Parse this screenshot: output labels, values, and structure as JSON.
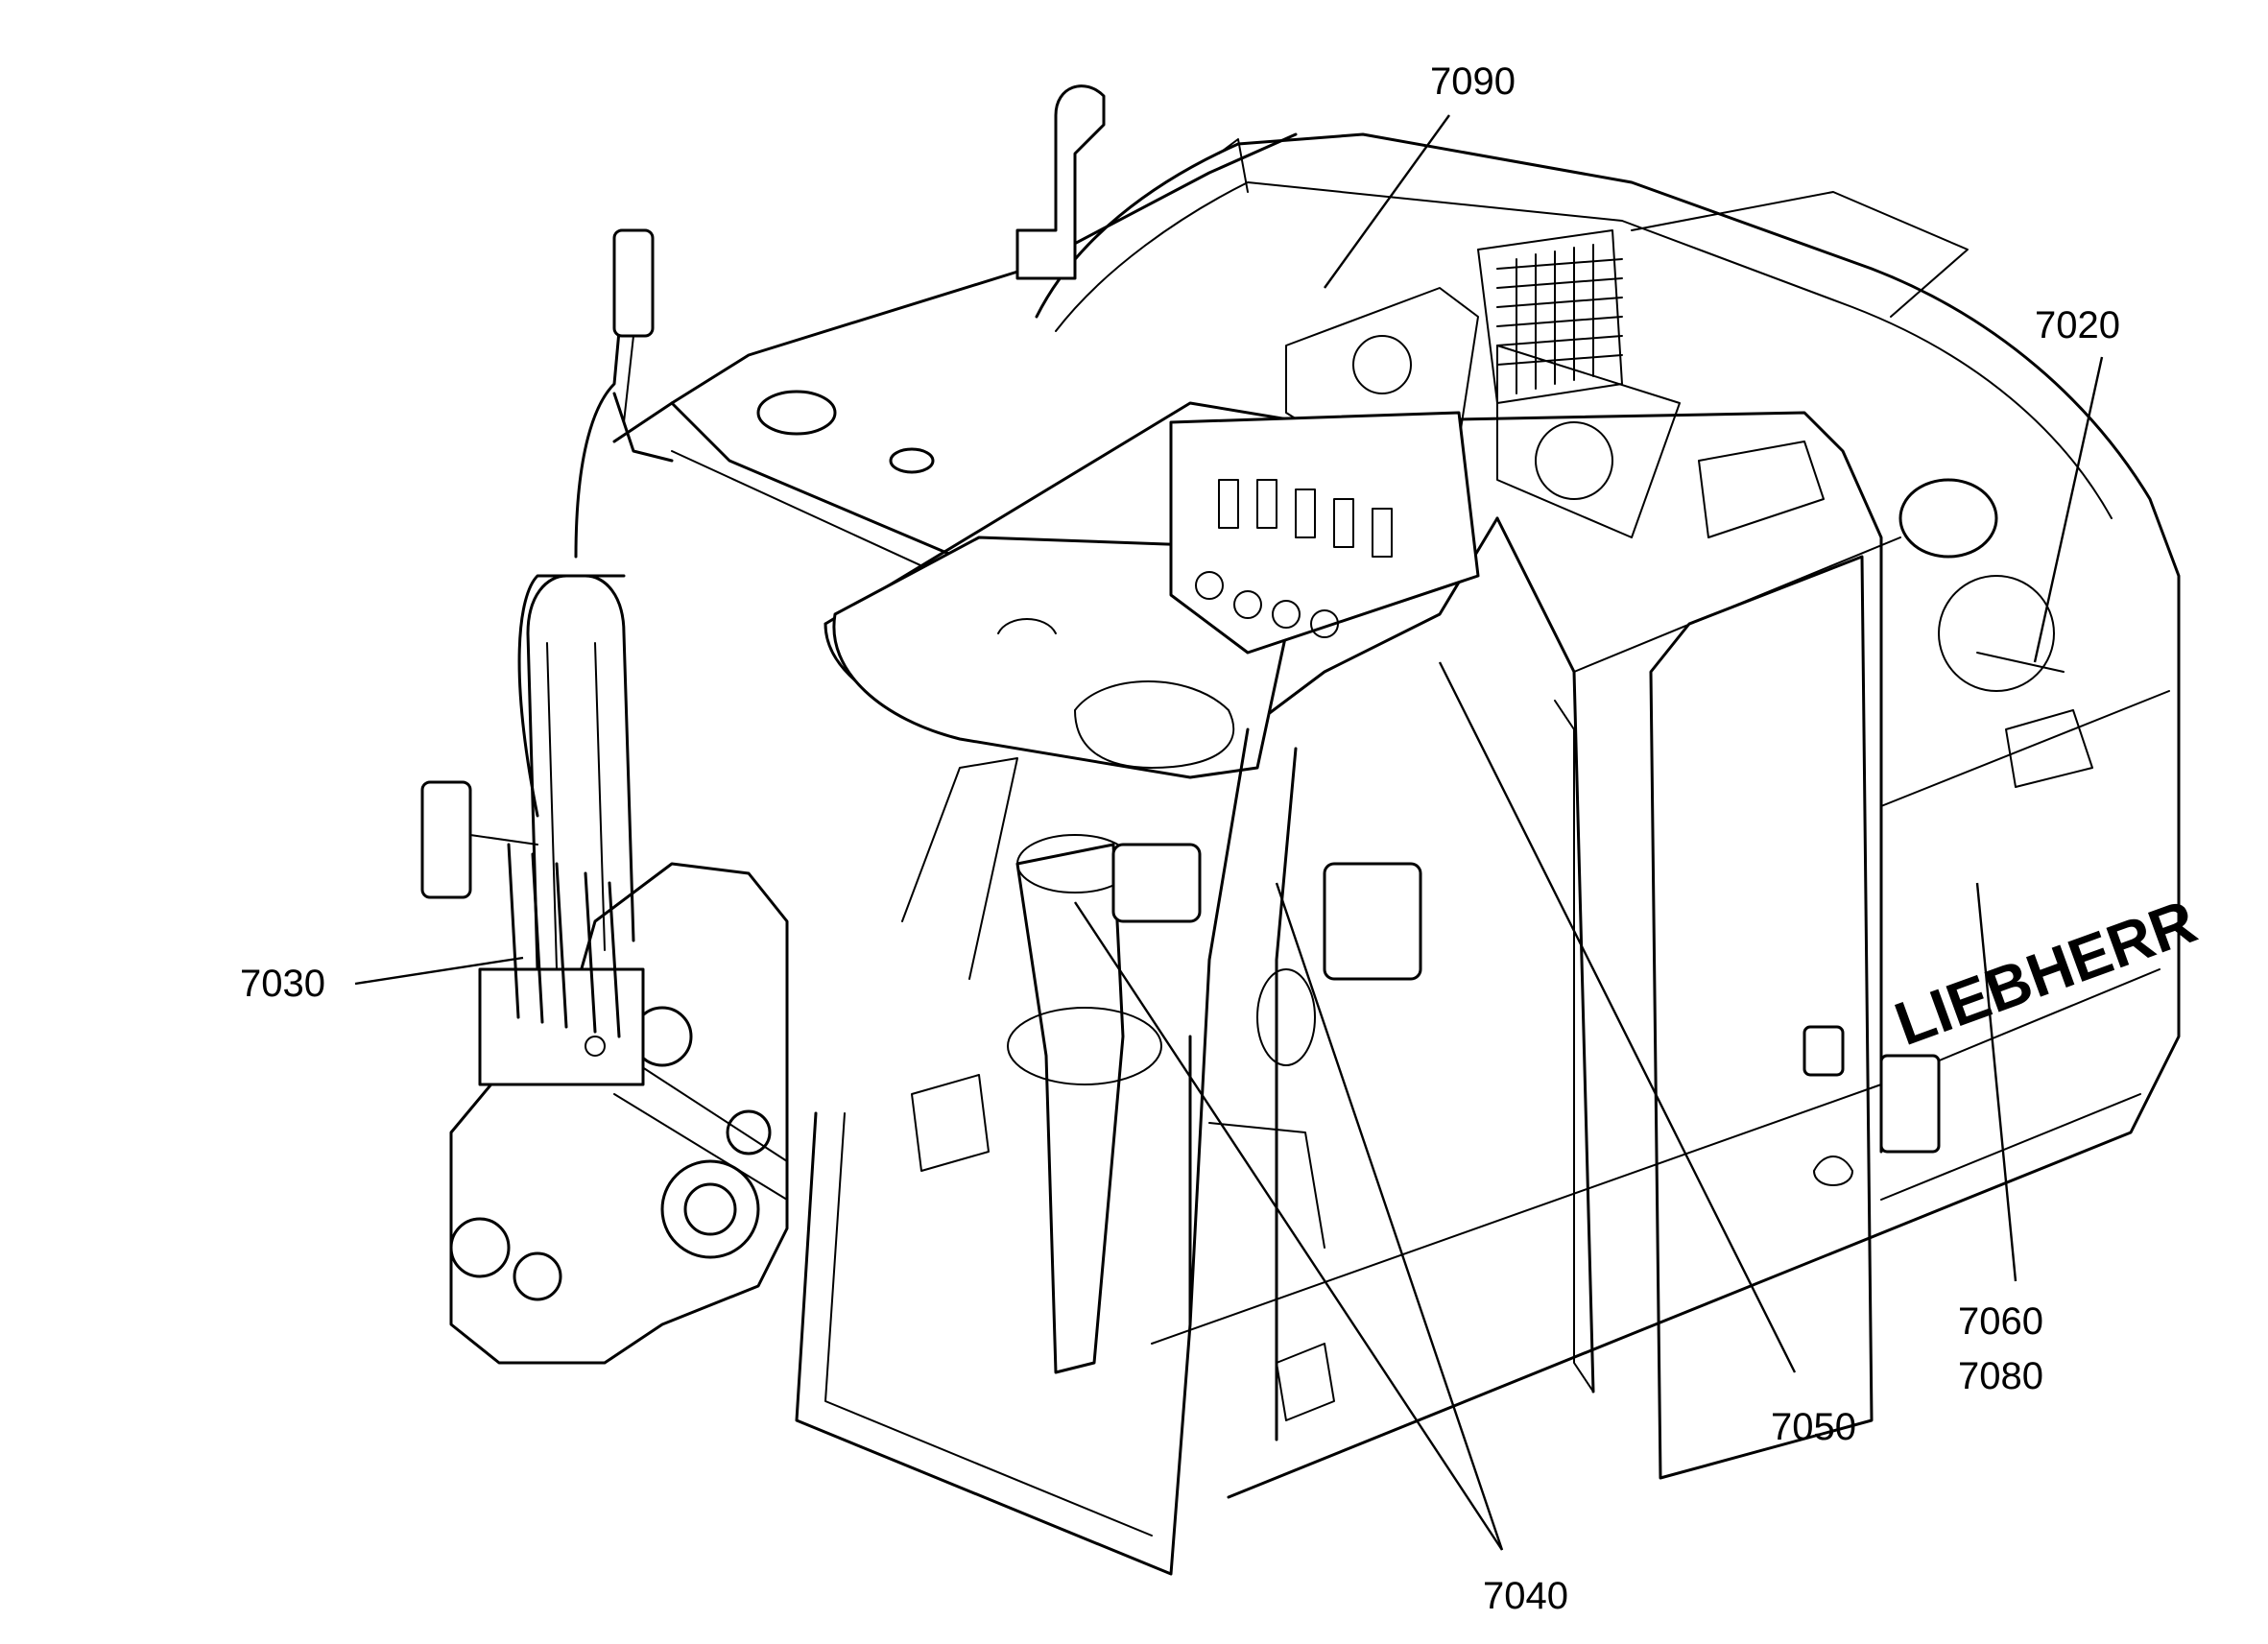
{
  "figure": {
    "brand_logo": "LIEBHERR",
    "callouts": [
      {
        "id": "c7090",
        "label": "7090"
      },
      {
        "id": "c7020",
        "label": "7020"
      },
      {
        "id": "c7030",
        "label": "7030"
      },
      {
        "id": "c7060",
        "label": "7060"
      },
      {
        "id": "c7080",
        "label": "7080"
      },
      {
        "id": "c7050",
        "label": "7050"
      },
      {
        "id": "c7040",
        "label": "7040"
      }
    ]
  }
}
